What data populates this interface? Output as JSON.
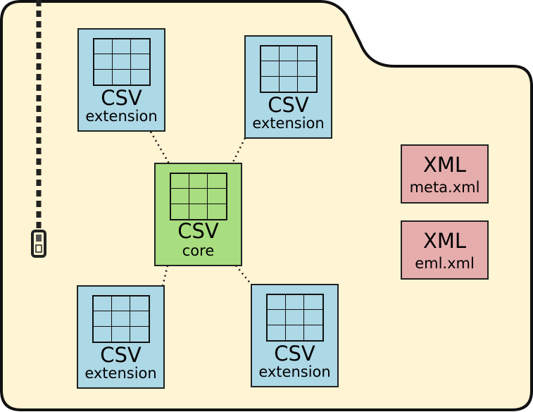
{
  "archive": {
    "core": {
      "type": "CSV",
      "label": "core"
    },
    "extensions": [
      {
        "type": "CSV",
        "label": "extension"
      },
      {
        "type": "CSV",
        "label": "extension"
      },
      {
        "type": "CSV",
        "label": "extension"
      },
      {
        "type": "CSV",
        "label": "extension"
      }
    ],
    "metadata": [
      {
        "type": "XML",
        "label": "meta.xml"
      },
      {
        "type": "XML",
        "label": "eml.xml"
      }
    ]
  },
  "colors": {
    "folder": "#fff4d3",
    "extension": "#add8e6",
    "core": "#a8dd80",
    "xml": "#e6adad",
    "outline": "#111111"
  },
  "icons": [
    "folder-icon",
    "zipper-icon",
    "table-icon"
  ]
}
